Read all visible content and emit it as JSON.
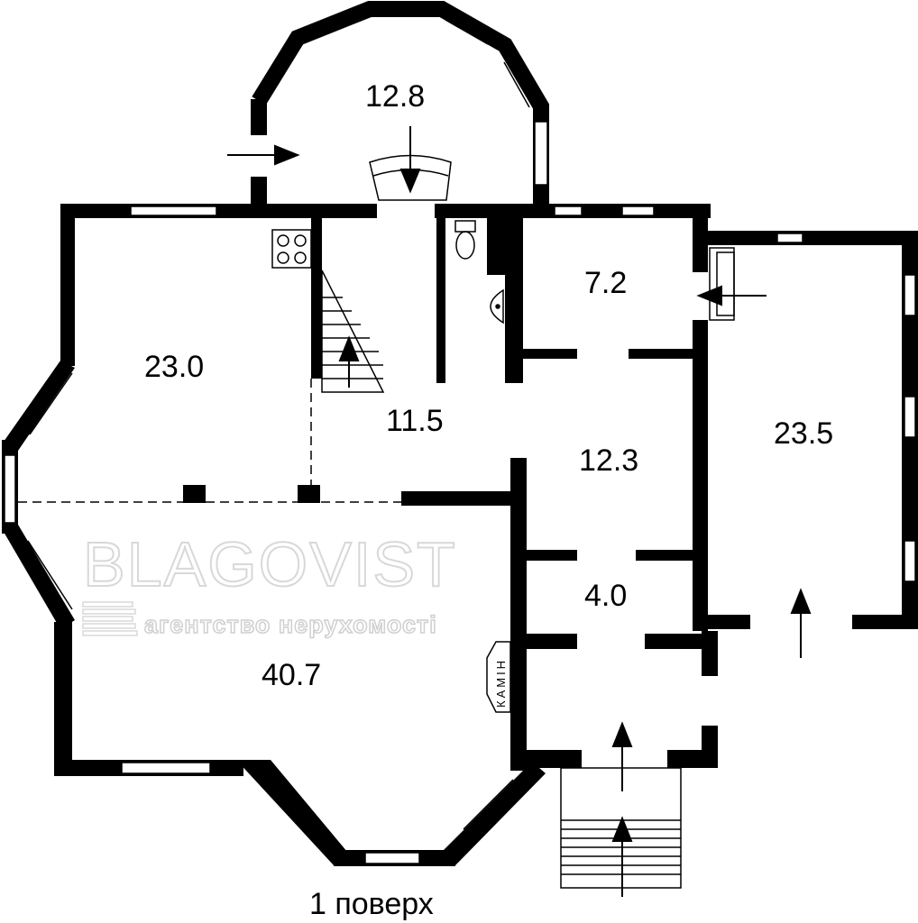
{
  "rooms": [
    {
      "id": "tower",
      "area": "12.8"
    },
    {
      "id": "kitchen",
      "area": "23.0"
    },
    {
      "id": "hall",
      "area": "11.5"
    },
    {
      "id": "small-room",
      "area": "7.2"
    },
    {
      "id": "corridor",
      "area": "12.3"
    },
    {
      "id": "annex",
      "area": "23.5"
    },
    {
      "id": "vestibule",
      "area": "4.0"
    },
    {
      "id": "living",
      "area": "40.7"
    }
  ],
  "fireplace_label": "КАМІН",
  "floor_label": "1 поверх",
  "watermark": {
    "brand": "BLAGOVIST",
    "tagline": "агентство нерухомості"
  },
  "colors": {
    "wall": "#000000",
    "window": "#ffffff",
    "background": "#ffffff"
  }
}
